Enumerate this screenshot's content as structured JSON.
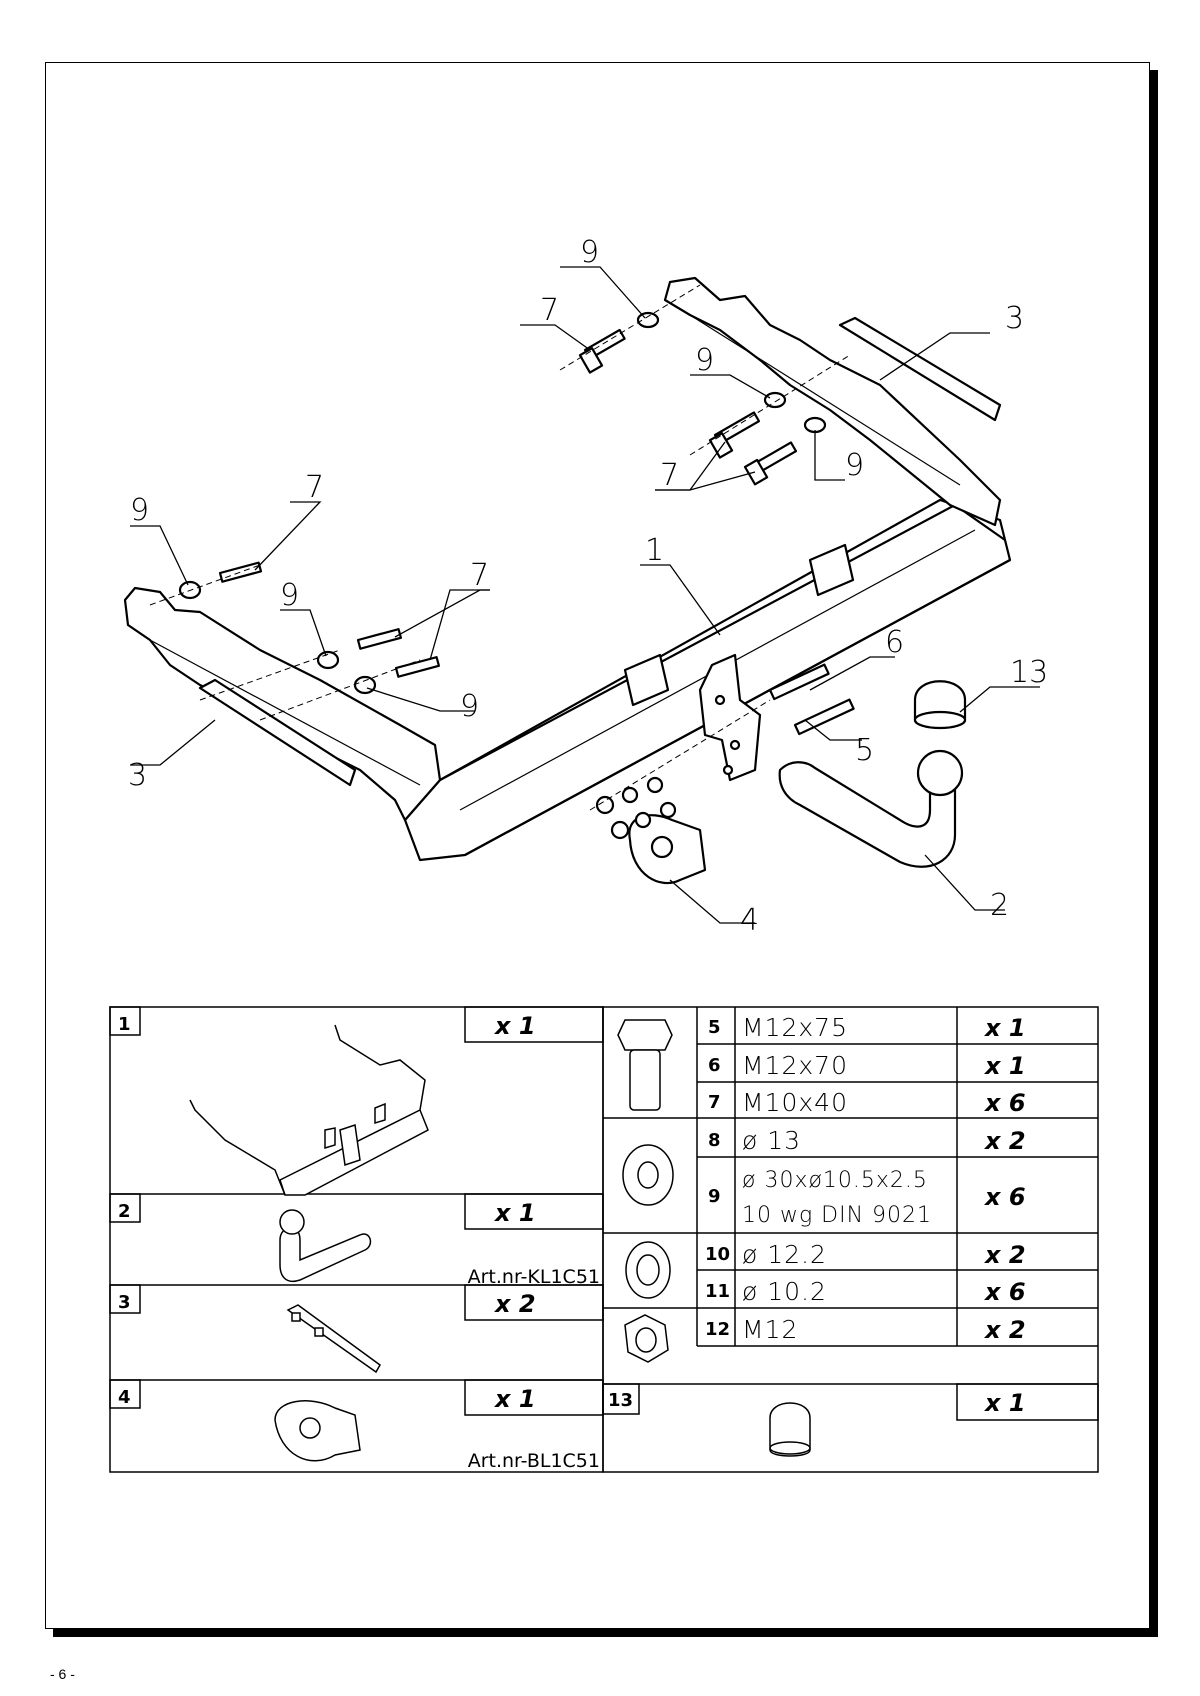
{
  "page_number": "- 6 -",
  "diagram_labels": {
    "l1": "1",
    "l2": "2",
    "l3a": "3",
    "l3b": "3",
    "l4": "4",
    "l5": "5",
    "l6": "6",
    "l7a": "7",
    "l7b": "7",
    "l7c": "7",
    "l7d": "7",
    "l9a": "9",
    "l9b": "9",
    "l9c": "9",
    "l9d": "9",
    "l9e": "9",
    "l9f": "9",
    "l13": "13"
  },
  "parts": {
    "p1": {
      "num": "1",
      "qty": "x 1"
    },
    "p2": {
      "num": "2",
      "qty": "x 1",
      "art": "Art.nr-KL1C51"
    },
    "p3": {
      "num": "3",
      "qty": "x 2"
    },
    "p4": {
      "num": "4",
      "qty": "x 1",
      "art": "Art.nr-BL1C51"
    },
    "p5": {
      "num": "5",
      "spec": "M12x75",
      "qty": "x 1"
    },
    "p6": {
      "num": "6",
      "spec": "M12x70",
      "qty": "x 1"
    },
    "p7": {
      "num": "7",
      "spec": "M10x40",
      "qty": "x 6"
    },
    "p8": {
      "num": "8",
      "spec": "ø 13",
      "qty": "x 2"
    },
    "p9": {
      "num": "9",
      "spec1": "ø 30xø10.5x2.5",
      "spec2": "10 wg DIN 9021",
      "qty": "x 6"
    },
    "p10": {
      "num": "10",
      "spec": "ø 12.2",
      "qty": "x 2"
    },
    "p11": {
      "num": "11",
      "spec": "ø 10.2",
      "qty": "x 6"
    },
    "p12": {
      "num": "12",
      "spec": "M12",
      "qty": "x 2"
    },
    "p13": {
      "num": "13",
      "qty": "x 1"
    }
  }
}
